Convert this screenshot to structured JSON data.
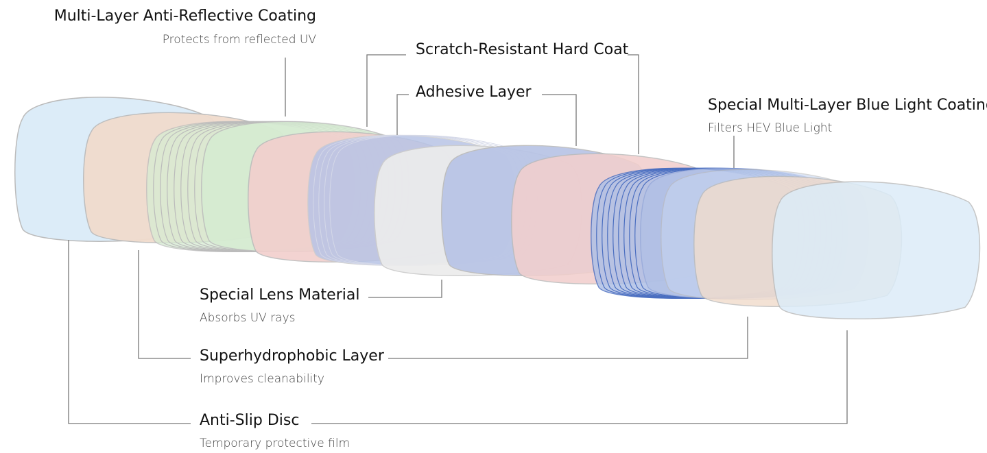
{
  "labels": {
    "multi_layer_ar": {
      "title": "Multi-Layer Anti-Reflective Coating",
      "subtitle": "Protects from reflected UV"
    },
    "scratch_resistant": {
      "title": "Scratch-Resistant Hard Coat"
    },
    "adhesive": {
      "title": "Adhesive Layer"
    },
    "blue_light": {
      "title": "Special Multi-Layer Blue Light Coating",
      "subtitle": "Filters HEV Blue Light"
    },
    "lens_material": {
      "title": "Special Lens Material",
      "subtitle": "Absorbs UV rays"
    },
    "superhydrophobic": {
      "title": "Superhydrophobic Layer",
      "subtitle": "Improves cleanability"
    },
    "anti_slip": {
      "title": "Anti-Slip Disc",
      "subtitle": "Temporary protective film"
    }
  },
  "colors": {
    "anti_slip": "#dcecf8",
    "superhydrophobic": "#f1dccd",
    "anti_reflective": "#d6ecd2",
    "hard_coat": "#f2cfcd",
    "adhesive": "#b8c4e6",
    "lens_material": "#ececec",
    "blue_light": "#b0c0e6",
    "blue_light_stroke": "#4a6ec0",
    "outline": "#bbbbbb",
    "leader_line": "#777777"
  }
}
